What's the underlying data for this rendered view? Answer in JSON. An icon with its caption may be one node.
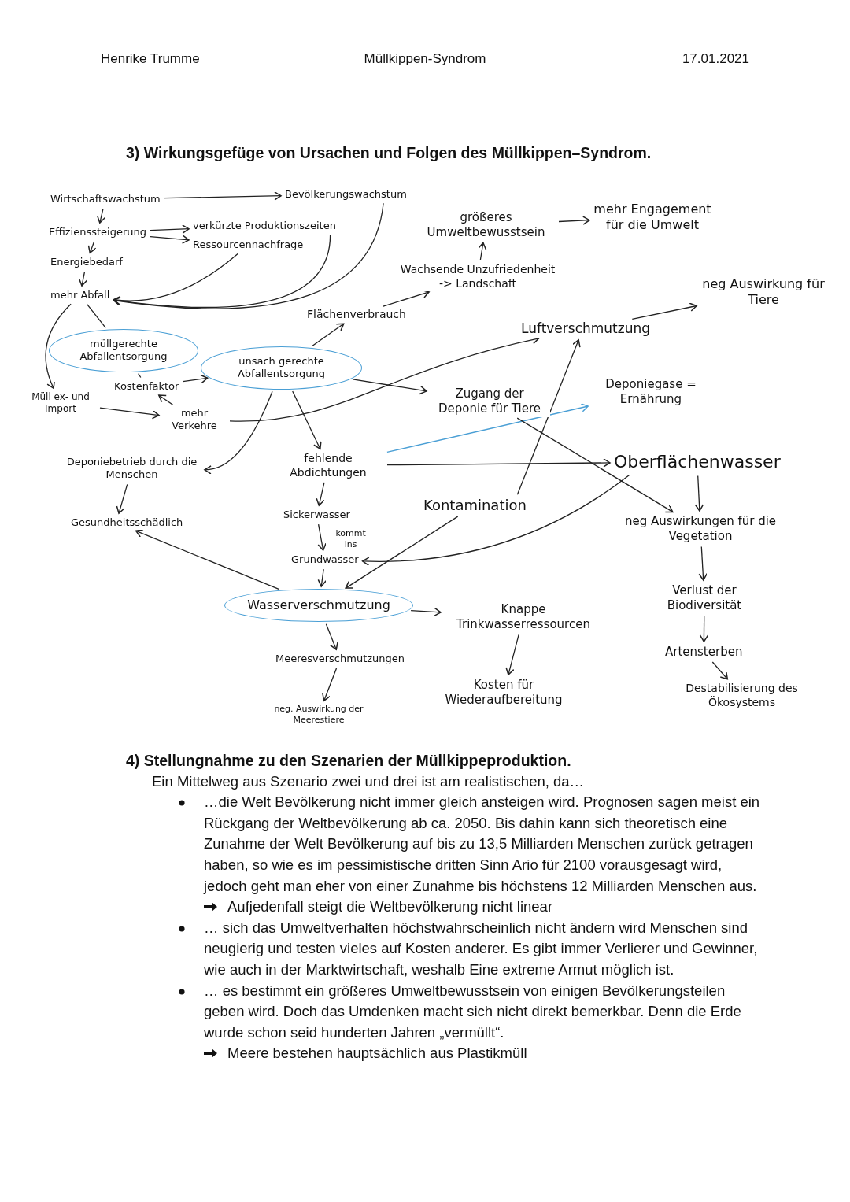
{
  "diagram": {
    "title": "3) Wirkungsgefüge von Ursachen und Folgen des Müllkippen–Syndrom.",
    "nodes": [
      {
        "text": [
          "Wirtschaftswachstum"
        ]
      },
      {
        "text": [
          "Bevölkerungswachstum"
        ]
      },
      {
        "text": [
          "Effizienssteigerung"
        ]
      },
      {
        "text": [
          "verkürzte Produktionszeiten"
        ]
      },
      {
        "text": [
          "Ressourcennachfrage"
        ]
      },
      {
        "text": [
          "Energiebedarf"
        ]
      },
      {
        "text": [
          "mehr Abfall"
        ]
      },
      {
        "text": [
          "müllgerechte Abfallentsorgung"
        ]
      },
      {
        "text": [
          "Kostenfaktor"
        ]
      },
      {
        "text": [
          "Müll ex- und Import"
        ]
      },
      {
        "text": [
          "unsach gerechte Abfallentsorgung"
        ]
      },
      {
        "text": [
          "Flächenverbrauch"
        ]
      },
      {
        "text": [
          "Wachsende Unzufriedenheit -> Landschaft"
        ]
      },
      {
        "text": [
          "größeres Umweltbewusstsein"
        ]
      },
      {
        "text": [
          "mehr Engagement für die Umwelt"
        ]
      },
      {
        "text": [
          "Luftverschmutzung"
        ]
      },
      {
        "text": [
          "neg Auswirkung für Tiere"
        ]
      },
      {
        "text": [
          "Zugang der Deponie für Tiere"
        ]
      },
      {
        "text": [
          "Deponiegase = Ernährung"
        ]
      },
      {
        "text": [
          "mehr Verkehre"
        ]
      },
      {
        "text": [
          "Deponiebetrieb durch die Menschen"
        ]
      },
      {
        "text": [
          "fehlende Abdichtungen"
        ]
      },
      {
        "text": [
          "Oberflächenwasser"
        ]
      },
      {
        "text": [
          "Gesundheitsschädlich"
        ]
      },
      {
        "text": [
          "Sickerwasser"
        ]
      },
      {
        "text": [
          "Grundwasser"
        ]
      },
      {
        "text": [
          "Kontamination"
        ]
      },
      {
        "text": [
          "neg Auswirkungen für die Vegetation"
        ]
      },
      {
        "text": [
          "Wasserverschmutzung"
        ]
      },
      {
        "text": [
          "Knappe Trinkwasserressourcen"
        ]
      },
      {
        "text": [
          "Verlust der Biodiversität"
        ]
      },
      {
        "text": [
          "Meeresverschmutzungen"
        ]
      },
      {
        "text": [
          "Artensterben"
        ]
      },
      {
        "text": [
          "Kosten für Wiederaufbereitung"
        ]
      },
      {
        "text": [
          "neg. Auswirkung der Meerestiere"
        ]
      },
      {
        "text": [
          "Destabilisierung des Ökosystems"
        ]
      }
    ],
    "edges": [
      {
        "from": 0,
        "to": 1,
        "arrow": "to"
      },
      {
        "from": 0,
        "to": 2,
        "arrow": "to"
      },
      {
        "from": 2,
        "to": 3,
        "arrow": "to"
      },
      {
        "from": 2,
        "to": 4,
        "arrow": "to"
      },
      {
        "from": 2,
        "to": 5,
        "arrow": "to"
      },
      {
        "from": 5,
        "to": 6,
        "arrow": "to"
      },
      {
        "from": 4,
        "to": 6,
        "arrow": "to"
      },
      {
        "from": 3,
        "to": 6,
        "arrow": "to"
      },
      {
        "from": 1,
        "to": 6,
        "arrow": "to"
      },
      {
        "from": 6,
        "to": 9,
        "arrow": "to"
      },
      {
        "from": 6,
        "to": 7,
        "arrow": "none"
      },
      {
        "from": 7,
        "to": 8,
        "arrow": "none"
      },
      {
        "from": 8,
        "to": 10,
        "arrow": "to"
      },
      {
        "from": 19,
        "to": 8,
        "arrow": "to"
      },
      {
        "from": 9,
        "to": 19,
        "arrow": "to"
      },
      {
        "from": 10,
        "to": 11,
        "arrow": "to"
      },
      {
        "from": 11,
        "to": 12,
        "arrow": "to"
      },
      {
        "from": 12,
        "to": 13,
        "arrow": "to"
      },
      {
        "from": 13,
        "to": 14,
        "arrow": "to"
      },
      {
        "from": 10,
        "to": 17,
        "arrow": "to"
      },
      {
        "from": 19,
        "to": 15,
        "arrow": "to"
      },
      {
        "from": 10,
        "to": 20,
        "arrow": "to"
      },
      {
        "from": 10,
        "to": 21,
        "arrow": "to"
      },
      {
        "from": 15,
        "to": 16,
        "arrow": "to"
      },
      {
        "from": 21,
        "to": 18,
        "arrow": "to",
        "color": "#4a9fd5"
      },
      {
        "from": 21,
        "to": 22,
        "arrow": "to"
      },
      {
        "from": 26,
        "to": 15,
        "arrow": "to"
      },
      {
        "from": 17,
        "to": 27,
        "arrow": "to"
      },
      {
        "from": 26,
        "to": 28,
        "arrow": "to"
      },
      {
        "from": 20,
        "to": 23,
        "arrow": "to"
      },
      {
        "from": 21,
        "to": 24,
        "arrow": "to"
      },
      {
        "from": 24,
        "to": 25,
        "arrow": "to",
        "label": "kommt ins"
      },
      {
        "from": 22,
        "to": 25,
        "arrow": "to"
      },
      {
        "from": 22,
        "to": 27,
        "arrow": "to"
      },
      {
        "from": 25,
        "to": 28,
        "arrow": "to"
      },
      {
        "from": 28,
        "to": 23,
        "arrow": "to"
      },
      {
        "from": 28,
        "to": 31,
        "arrow": "to"
      },
      {
        "from": 31,
        "to": 34,
        "arrow": "to"
      },
      {
        "from": 28,
        "to": 29,
        "arrow": "to"
      },
      {
        "from": 29,
        "to": 33,
        "arrow": "to"
      },
      {
        "from": 27,
        "to": 30,
        "arrow": "to"
      },
      {
        "from": 30,
        "to": 32,
        "arrow": "to"
      },
      {
        "from": 32,
        "to": 35,
        "arrow": "to"
      }
    ],
    "labels": [
      "Henrike Trumme",
      "Müllkippen-Syndrom",
      "17.01.2021",
      "4) Stellungnahme zu den Szenarien der Müllkippeproduktion.",
      "Ein Mittelweg aus Szenario zwei und drei ist am realistischen, da…",
      "…die Welt Bevölkerung nicht immer gleich ansteigen wird. Prognosen sagen meist ein Rückgang der Weltbevölkerung ab ca. 2050. Bis dahin kann sich theoretisch eine Zunahme der Welt Bevölkerung auf bis zu 13,5 Milliarden Menschen zurück getragen haben, so wie es im pessimistische dritten Sinn Ario für 2100 vorausgesagt wird, jedoch geht man eher von einer Zunahme bis höchstens 12 Milliarden Menschen aus.",
      "Aufjedenfall steigt die Weltbevölkerung nicht linear",
      "… sich das Umweltverhalten höchstwahrscheinlich nicht ändern wird Menschen sind neugierig und testen vieles auf Kosten anderer. Es gibt immer Verlierer und Gewinner, wie auch in der Marktwirtschaft, weshalb Eine extreme Armut möglich ist.",
      "… es bestimmt ein größeres Umweltbewusstsein von einigen Bevölkerungsteilen geben wird. Doch das Umdenken macht sich nicht direkt bemerkbar. Denn die Erde wurde schon seid hunderten Jahren „vermüllt“.",
      "Meere bestehen hauptsächlich aus Plastikmüll"
    ]
  }
}
